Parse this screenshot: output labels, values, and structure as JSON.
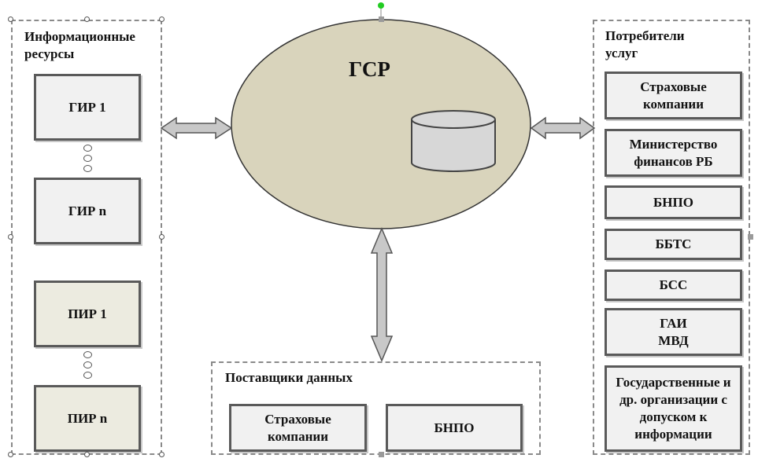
{
  "left_group": {
    "title": "Информационные\nресурсы",
    "items": [
      "ГИР 1",
      "ГИР n",
      "ПИР 1",
      "ПИР n"
    ]
  },
  "center": {
    "title": "ГСР",
    "icon": "database-cylinder-icon"
  },
  "right_group": {
    "title": "Потребители\nуслуг",
    "items": [
      "Страховые компании",
      "Министерство финансов РБ",
      "БНПО",
      "ББТС",
      "БСС",
      "ГАИ МВД",
      "Государственные и др. организации с допуском к информации"
    ]
  },
  "bottom_group": {
    "title": "Поставщики данных",
    "items": [
      "Страховые компании",
      "БНПО"
    ]
  },
  "colors": {
    "ellipse_fill": "#d9d4bc",
    "gir_fill": "#f1f1f1",
    "pir_fill": "#ecebe0",
    "arrow_fill": "#c8c8c8",
    "rotation_handle": "#22cc22"
  }
}
